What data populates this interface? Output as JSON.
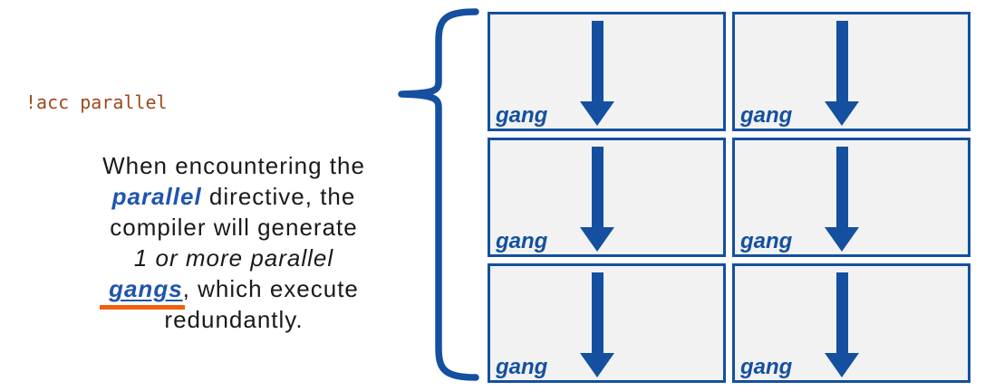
{
  "directive": {
    "code": "!acc parallel"
  },
  "paragraph": {
    "line1": "When encountering the",
    "line2_keyword": "parallel",
    "line2_rest": " directive, the",
    "line3": "compiler will generate",
    "line4": "1 or more parallel",
    "line5_keyword": "gangs",
    "line5_rest": ", which execute",
    "line6": "redundantly."
  },
  "grid": {
    "rows": 3,
    "cols": 2,
    "cells": [
      "gang",
      "gang",
      "gang",
      "gang",
      "gang",
      "gang"
    ]
  },
  "colors": {
    "shape-blue": "#14509f",
    "text-blue": "#1f55ad",
    "code-brown": "#9c4a1d",
    "orange-underline": "#f0610d",
    "box-fill": "#f2f2f2",
    "ink": "#1a1a1a"
  }
}
